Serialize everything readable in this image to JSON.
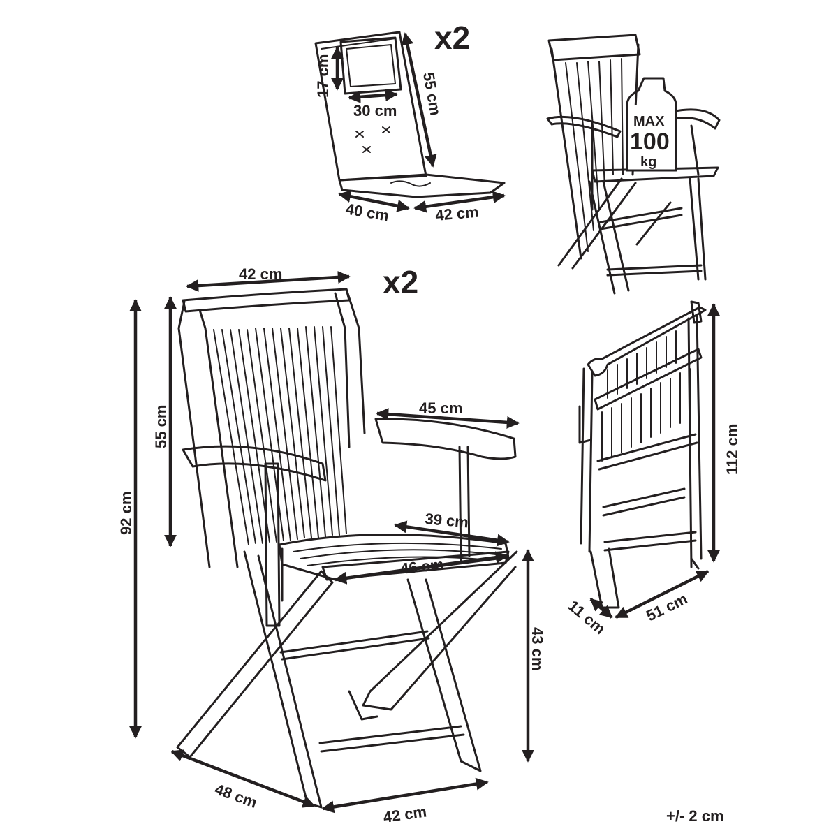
{
  "cushion": {
    "quantity": "x2",
    "pillow_height": "17 cm",
    "pillow_width": "30 cm",
    "back_height": "55 cm",
    "seat_depth": "40 cm",
    "seat_width": "42 cm"
  },
  "load": {
    "max": "MAX",
    "value": "100",
    "unit": "kg"
  },
  "chair": {
    "quantity": "x2",
    "back_width": "42 cm",
    "total_height": "92 cm",
    "back_height": "55 cm",
    "arm_length": "45 cm",
    "seat_depth": "39 cm",
    "seat_width": "46 cm",
    "seat_height": "43 cm",
    "base_depth": "48 cm",
    "base_width": "42 cm"
  },
  "folded": {
    "height": "112 cm",
    "thickness": "11 cm",
    "width": "51 cm"
  },
  "tolerance": "+/- 2 cm"
}
